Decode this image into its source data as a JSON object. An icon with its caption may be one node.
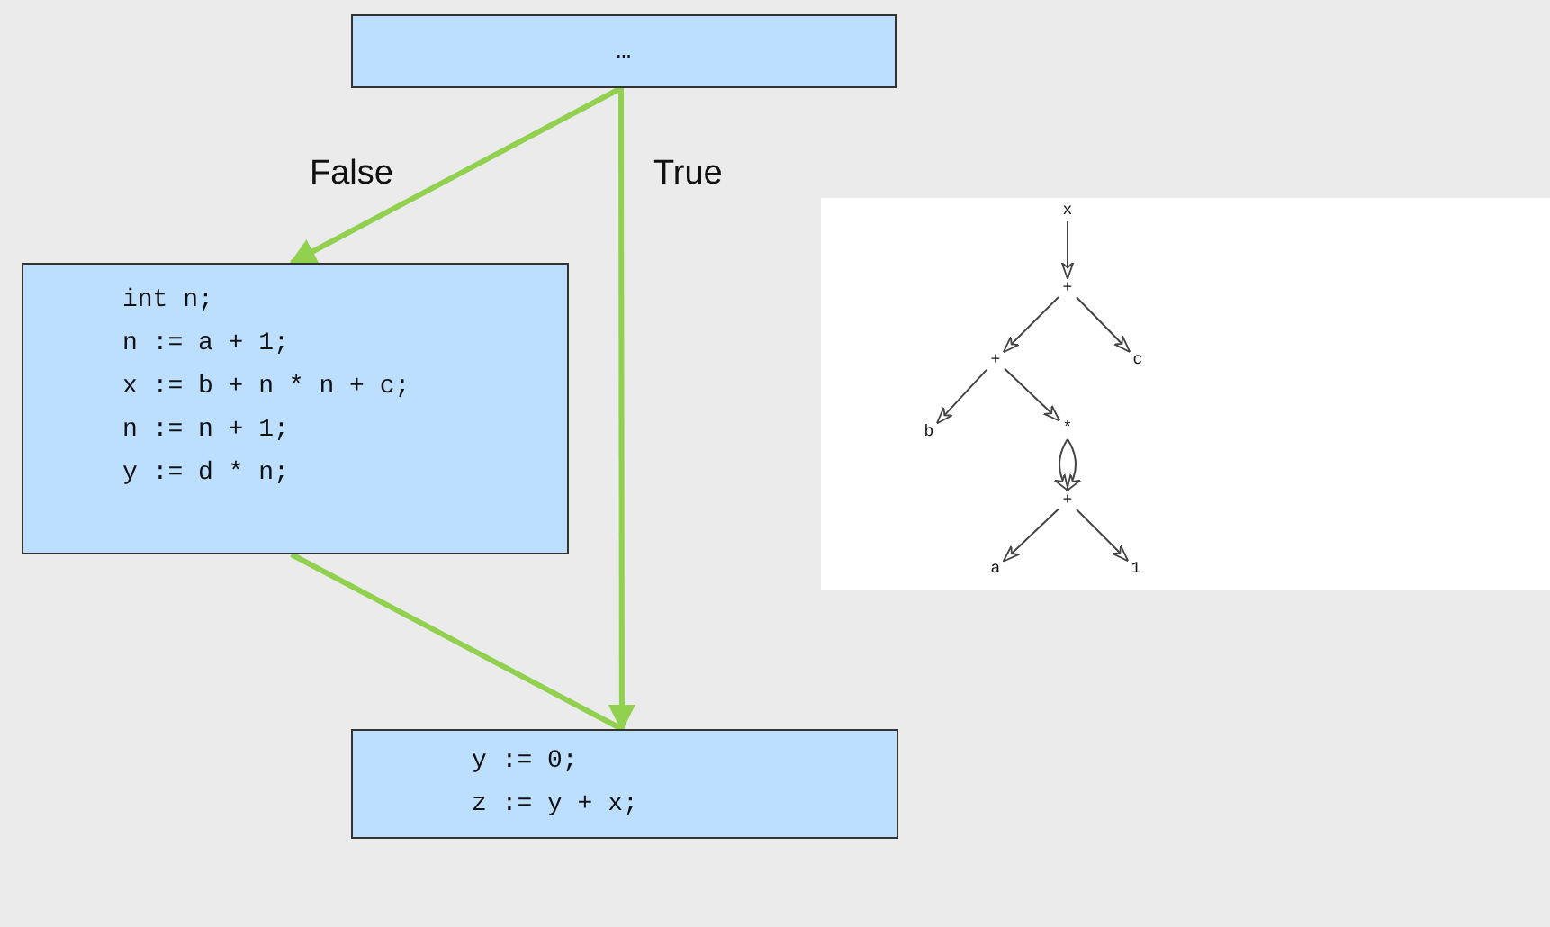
{
  "diagram": {
    "nodes": [
      {
        "text": [
          "…"
        ]
      },
      {
        "text": [
          "int n;",
          "n := a + 1;",
          "x := b + n * n + c;",
          "n := n + 1;",
          "y := d * n;"
        ]
      },
      {
        "text": [
          "y := 0;",
          "z := y + x;"
        ]
      },
      {
        "text": [],
        "shape": "box"
      },
      {
        "text": [
          "x"
        ],
        "in": 3
      },
      {
        "text": [
          "+"
        ],
        "in": 3
      },
      {
        "text": [
          "+"
        ],
        "in": 3
      },
      {
        "text": [
          "c"
        ],
        "in": 3
      },
      {
        "text": [
          "b"
        ],
        "in": 3
      },
      {
        "text": [
          "*"
        ],
        "in": 3
      },
      {
        "text": [
          "+"
        ],
        "in": 3
      },
      {
        "text": [
          "a"
        ],
        "in": 3
      },
      {
        "text": [
          "1"
        ],
        "in": 3
      }
    ],
    "edges": [
      {
        "from": 0,
        "to": 1,
        "arrow": "to",
        "label": "False",
        "color": "#92d050",
        "style": "thick"
      },
      {
        "from": 0,
        "to": 2,
        "arrow": "to",
        "label": "True",
        "color": "#92d050",
        "style": "thick"
      },
      {
        "from": 1,
        "to": 2,
        "arrow": "none",
        "color": "#92d050",
        "style": "thick"
      },
      {
        "from": 4,
        "to": 5,
        "arrow": "to"
      },
      {
        "from": 5,
        "to": 6,
        "arrow": "to"
      },
      {
        "from": 5,
        "to": 7,
        "arrow": "to"
      },
      {
        "from": 6,
        "to": 8,
        "arrow": "to"
      },
      {
        "from": 6,
        "to": 9,
        "arrow": "to"
      },
      {
        "from": 9,
        "to": 10,
        "arrow": "to"
      },
      {
        "from": 9,
        "to": 10,
        "arrow": "to"
      },
      {
        "from": 10,
        "to": 11,
        "arrow": "to"
      },
      {
        "from": 10,
        "to": 12,
        "arrow": "to"
      }
    ]
  }
}
